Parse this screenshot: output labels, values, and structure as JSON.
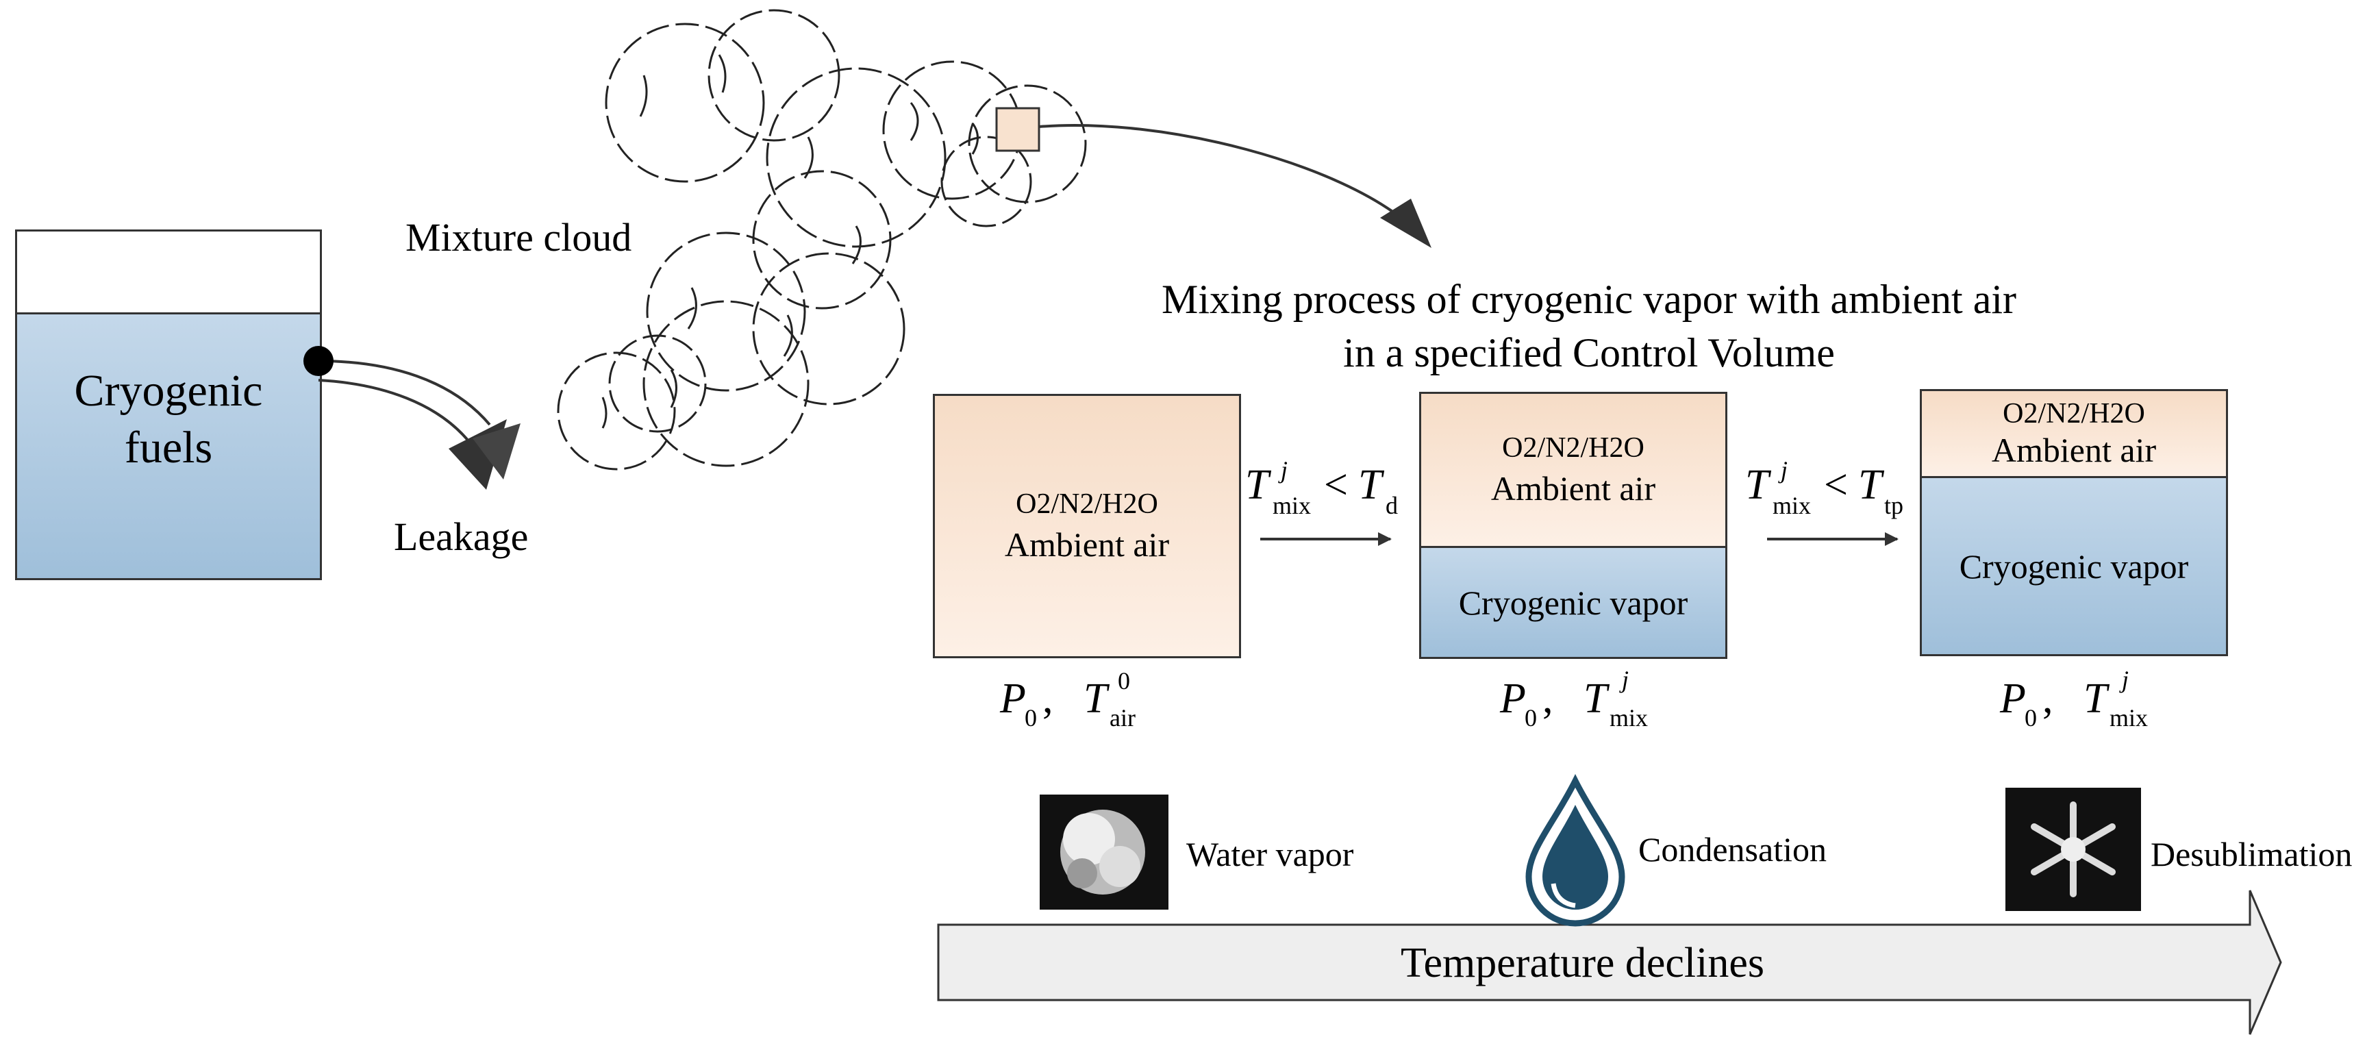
{
  "tank": {
    "label_line1": "Cryogenic",
    "label_line2": "fuels"
  },
  "leakage_label": "Leakage",
  "cloud_label": "Mixture cloud",
  "title_line1": "Mixing  process of cryogenic vapor with ambient air",
  "title_line2": "in a specified Control Volume",
  "box1": {
    "gases": "O2/N2/H2O",
    "air": "Ambient air"
  },
  "box2": {
    "gases": "O2/N2/H2O",
    "air": "Ambient air",
    "vapor": "Cryogenic vapor"
  },
  "box3": {
    "gases": "O2/N2/H2O",
    "air": "Ambient air",
    "vapor": "Cryogenic vapor"
  },
  "cond1": {
    "T": "T",
    "mix_sub": "mix",
    "j_sup": "j",
    "lt": "<",
    "T2": "T",
    "d_sub": "d"
  },
  "cond2": {
    "T": "T",
    "mix_sub": "mix",
    "j_sup": "j",
    "lt": "<",
    "T2": "T",
    "tp_sub": "tp"
  },
  "state1": {
    "P": "P",
    "P_sub": "0",
    "comma": ",",
    "T": "T",
    "T_sub": "air",
    "T_sup": "0"
  },
  "state2": {
    "P": "P",
    "P_sub": "0",
    "comma": ",",
    "T": "T",
    "T_sub": "mix",
    "T_sup": "j"
  },
  "state3": {
    "P": "P",
    "P_sub": "0",
    "comma": ",",
    "T": "T",
    "T_sub": "mix",
    "T_sup": "j"
  },
  "phases": {
    "water_vapor": "Water vapor",
    "condensation": "Condensation",
    "desublimation": "Desublimation"
  },
  "temperature_label": "Temperature declines",
  "colors": {
    "air": "#f8e2cf",
    "vapor": "#b3cde3",
    "drop": "#1f4e6a",
    "arrow_fill": "#eeeeee"
  }
}
